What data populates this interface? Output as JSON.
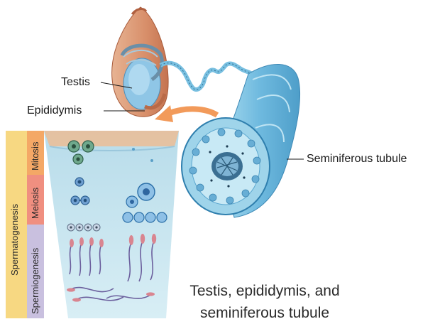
{
  "labels": {
    "testis": "Testis",
    "epididymis": "Epididymis",
    "seminiferous_tubule": "Seminiferous tubule"
  },
  "stages": {
    "spermatogenesis": "Spermatogenesis",
    "mitosis": "Mitosis",
    "meiosis": "Meiosis",
    "spermiogenesis": "Spermiogenesis"
  },
  "caption": {
    "line1": "Testis, epididymis, and",
    "line2": "seminiferous tubule"
  },
  "colors": {
    "spermatogenesis_band": "#f7d882",
    "mitosis_band": "#f4a866",
    "meiosis_band": "#f08f80",
    "spermiogenesis_band": "#c9c0df",
    "tubule_blue": "#7fc3e2",
    "tissue_bg": "#cde8f2",
    "arrow_orange": "#f29a5a",
    "testis_tan": "#d99a7a"
  }
}
